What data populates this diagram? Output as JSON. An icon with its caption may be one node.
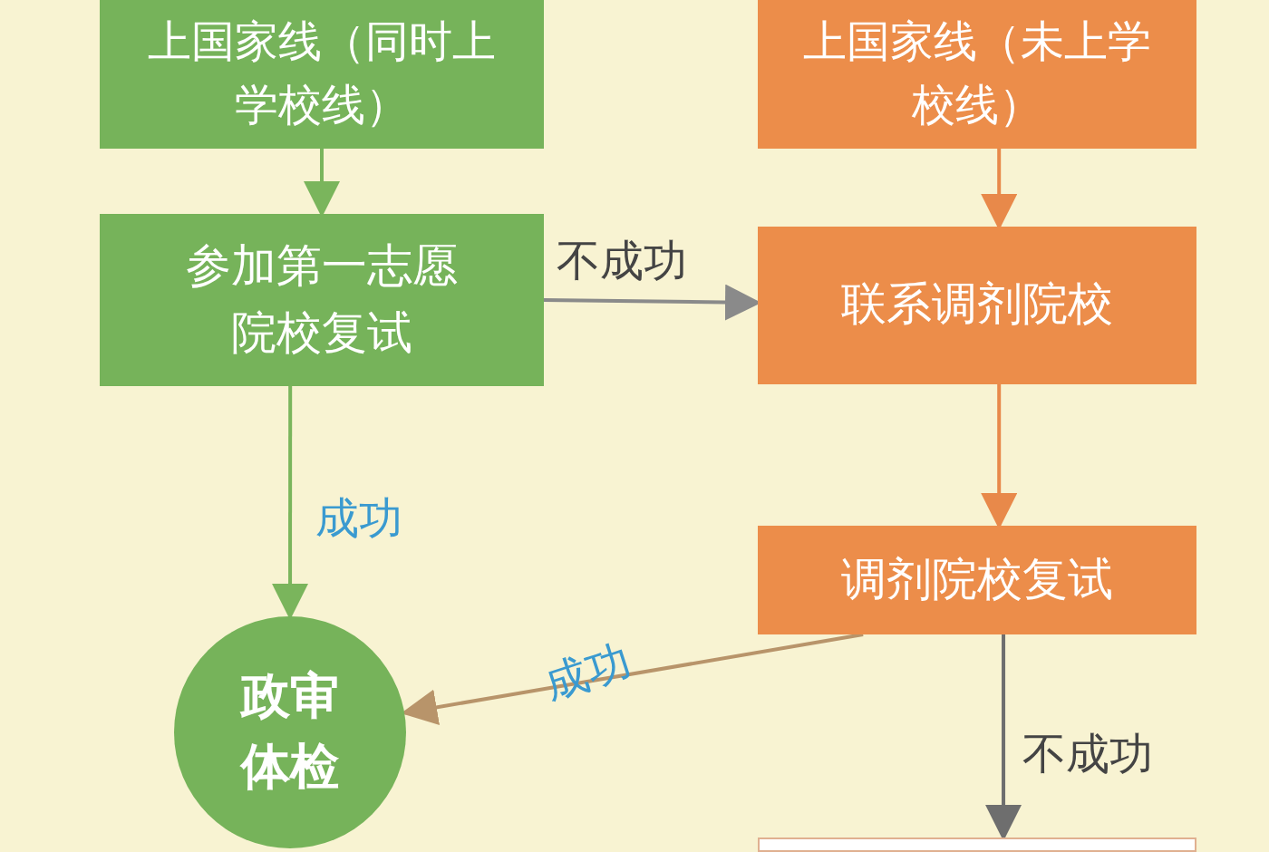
{
  "diagram": {
    "nodes": [
      {
        "text": [
          "上国家线（同时上学校线）"
        ]
      },
      {
        "text": [
          "上国家线（未上学校线）"
        ]
      },
      {
        "text": [
          "参加第一志愿院校复试"
        ]
      },
      {
        "text": [
          "联系调剂院校"
        ]
      },
      {
        "text": [
          "调剂院校复试"
        ]
      },
      {
        "text": [
          "政审体检"
        ]
      },
      {
        "text": [],
        "shape": "box"
      }
    ],
    "edges": [
      {
        "from": 0,
        "to": 2,
        "arrow": "to",
        "color": "#7ab55c"
      },
      {
        "from": 1,
        "to": 3,
        "arrow": "to",
        "color": "#e8894a"
      },
      {
        "from": 2,
        "to": 3,
        "arrow": "to",
        "label": "不成功",
        "color": "#8a8a8a"
      },
      {
        "from": 3,
        "to": 4,
        "arrow": "to",
        "color": "#e8894a"
      },
      {
        "from": 2,
        "to": 5,
        "arrow": "to",
        "label": "成功",
        "color": "#7ab55c"
      },
      {
        "from": 4,
        "to": 5,
        "arrow": "to",
        "label": "成功",
        "color": "#b8946a"
      },
      {
        "from": 4,
        "to": 6,
        "arrow": "to",
        "label": "不成功",
        "color": "#6e6e6e"
      }
    ]
  }
}
